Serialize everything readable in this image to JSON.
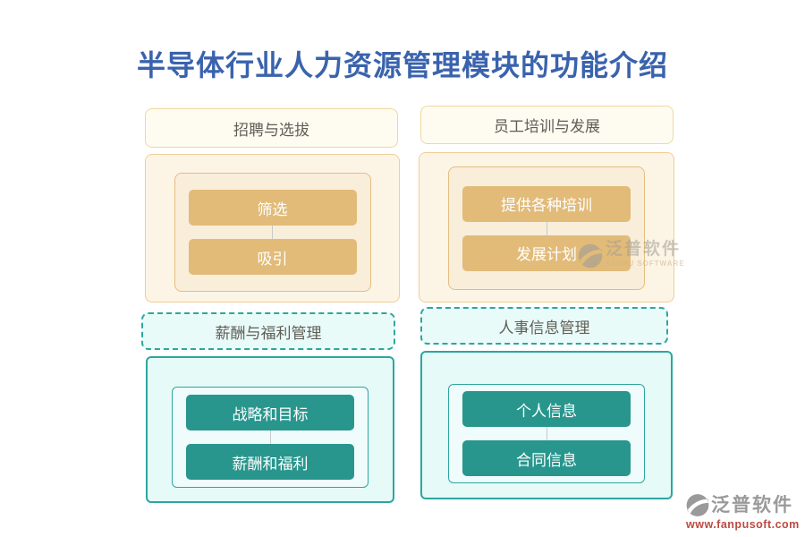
{
  "title": "半导体行业人力资源管理模块的功能介绍",
  "sections": [
    {
      "id": "recruitment",
      "header": "招聘与选拔",
      "theme": "orange",
      "items": [
        "筛选",
        "吸引"
      ]
    },
    {
      "id": "training",
      "header": "员工培训与发展",
      "theme": "orange",
      "items": [
        "提供各种培训",
        "发展计划"
      ]
    },
    {
      "id": "compensation",
      "header": "薪酬与福利管理",
      "theme": "teal",
      "items": [
        "战略和目标",
        "薪酬和福利"
      ]
    },
    {
      "id": "personnel",
      "header": "人事信息管理",
      "theme": "teal",
      "items": [
        "个人信息",
        "合同信息"
      ]
    }
  ],
  "watermark": {
    "brand": "泛普软件",
    "brand_en": "FANPU SOFTWARE",
    "url": "www.fanpusoft.com"
  },
  "colors": {
    "title_blue": "#3a63ad",
    "orange_node": "#e2bb79",
    "orange_border": "#efcd96",
    "teal_node": "#28968d",
    "teal_border": "#2da69f",
    "watermark_url_red": "#bd4a41"
  }
}
